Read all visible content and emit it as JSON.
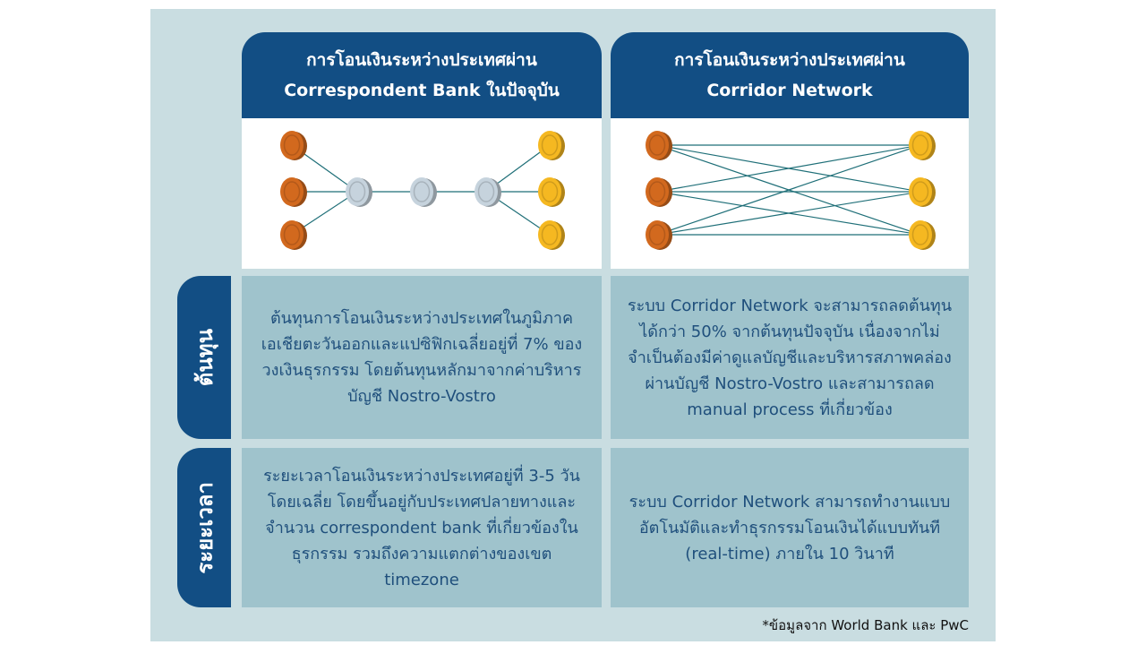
{
  "headers": [
    {
      "line1": "การโอนเงินระหว่างประเทศผ่าน",
      "line2": "Correspondent Bank ในปัจจุบัน"
    },
    {
      "line1": "การโอนเงินระหว่างประเทศผ่าน",
      "line2": "Corridor Network"
    }
  ],
  "rows": [
    {
      "label": "ต้นทุน",
      "left": "ต้นทุนการโอนเงินระหว่างประเทศในภูมิภาคเอเชียตะวันออกและแปซิฟิกเฉลี่ยอยู่ที่ 7% ของวงเงินธุรกรรม โดยต้นทุนหลักมาจากค่าบริหารบัญชี Nostro-Vostro",
      "right": "ระบบ Corridor Network จะสามารถลดต้นทุนได้กว่า 50% จากต้นทุนปัจจุบัน เนื่องจากไม่จำเป็นต้องมีค่าดูแลบัญชีและบริหารสภาพคล่องผ่านบัญชี Nostro-Vostro และสามารถลด manual process ที่เกี่ยวข้อง"
    },
    {
      "label": "ระยะเวลา",
      "left": "ระยะเวลาโอนเงินระหว่างประเทศอยู่ที่ 3-5 วันโดยเฉลี่ย โดยขึ้นอยู่กับประเทศปลายทางและจำนวน correspondent bank ที่เกี่ยวข้องในธุรกรรม รวมถึงความแตกต่างของเขต timezone",
      "right": "ระบบ Corridor Network สามารถทำงานแบบอัตโนมัติและทำธุรกรรมโอนเงินได้แบบทันที (real-time) ภายใน 10 วินาที"
    }
  ],
  "footnote": "*ข้อมูลจาก World Bank และ PwC",
  "colors": {
    "panel_bg": "#c9dde1",
    "header_bg": "#124e84",
    "cell_bg": "#9fc3cc",
    "cell_text": "#1f4f7c",
    "coin_copper": "#d2691e",
    "coin_gold": "#f5b821",
    "coin_silver": "#c6d3dd"
  }
}
